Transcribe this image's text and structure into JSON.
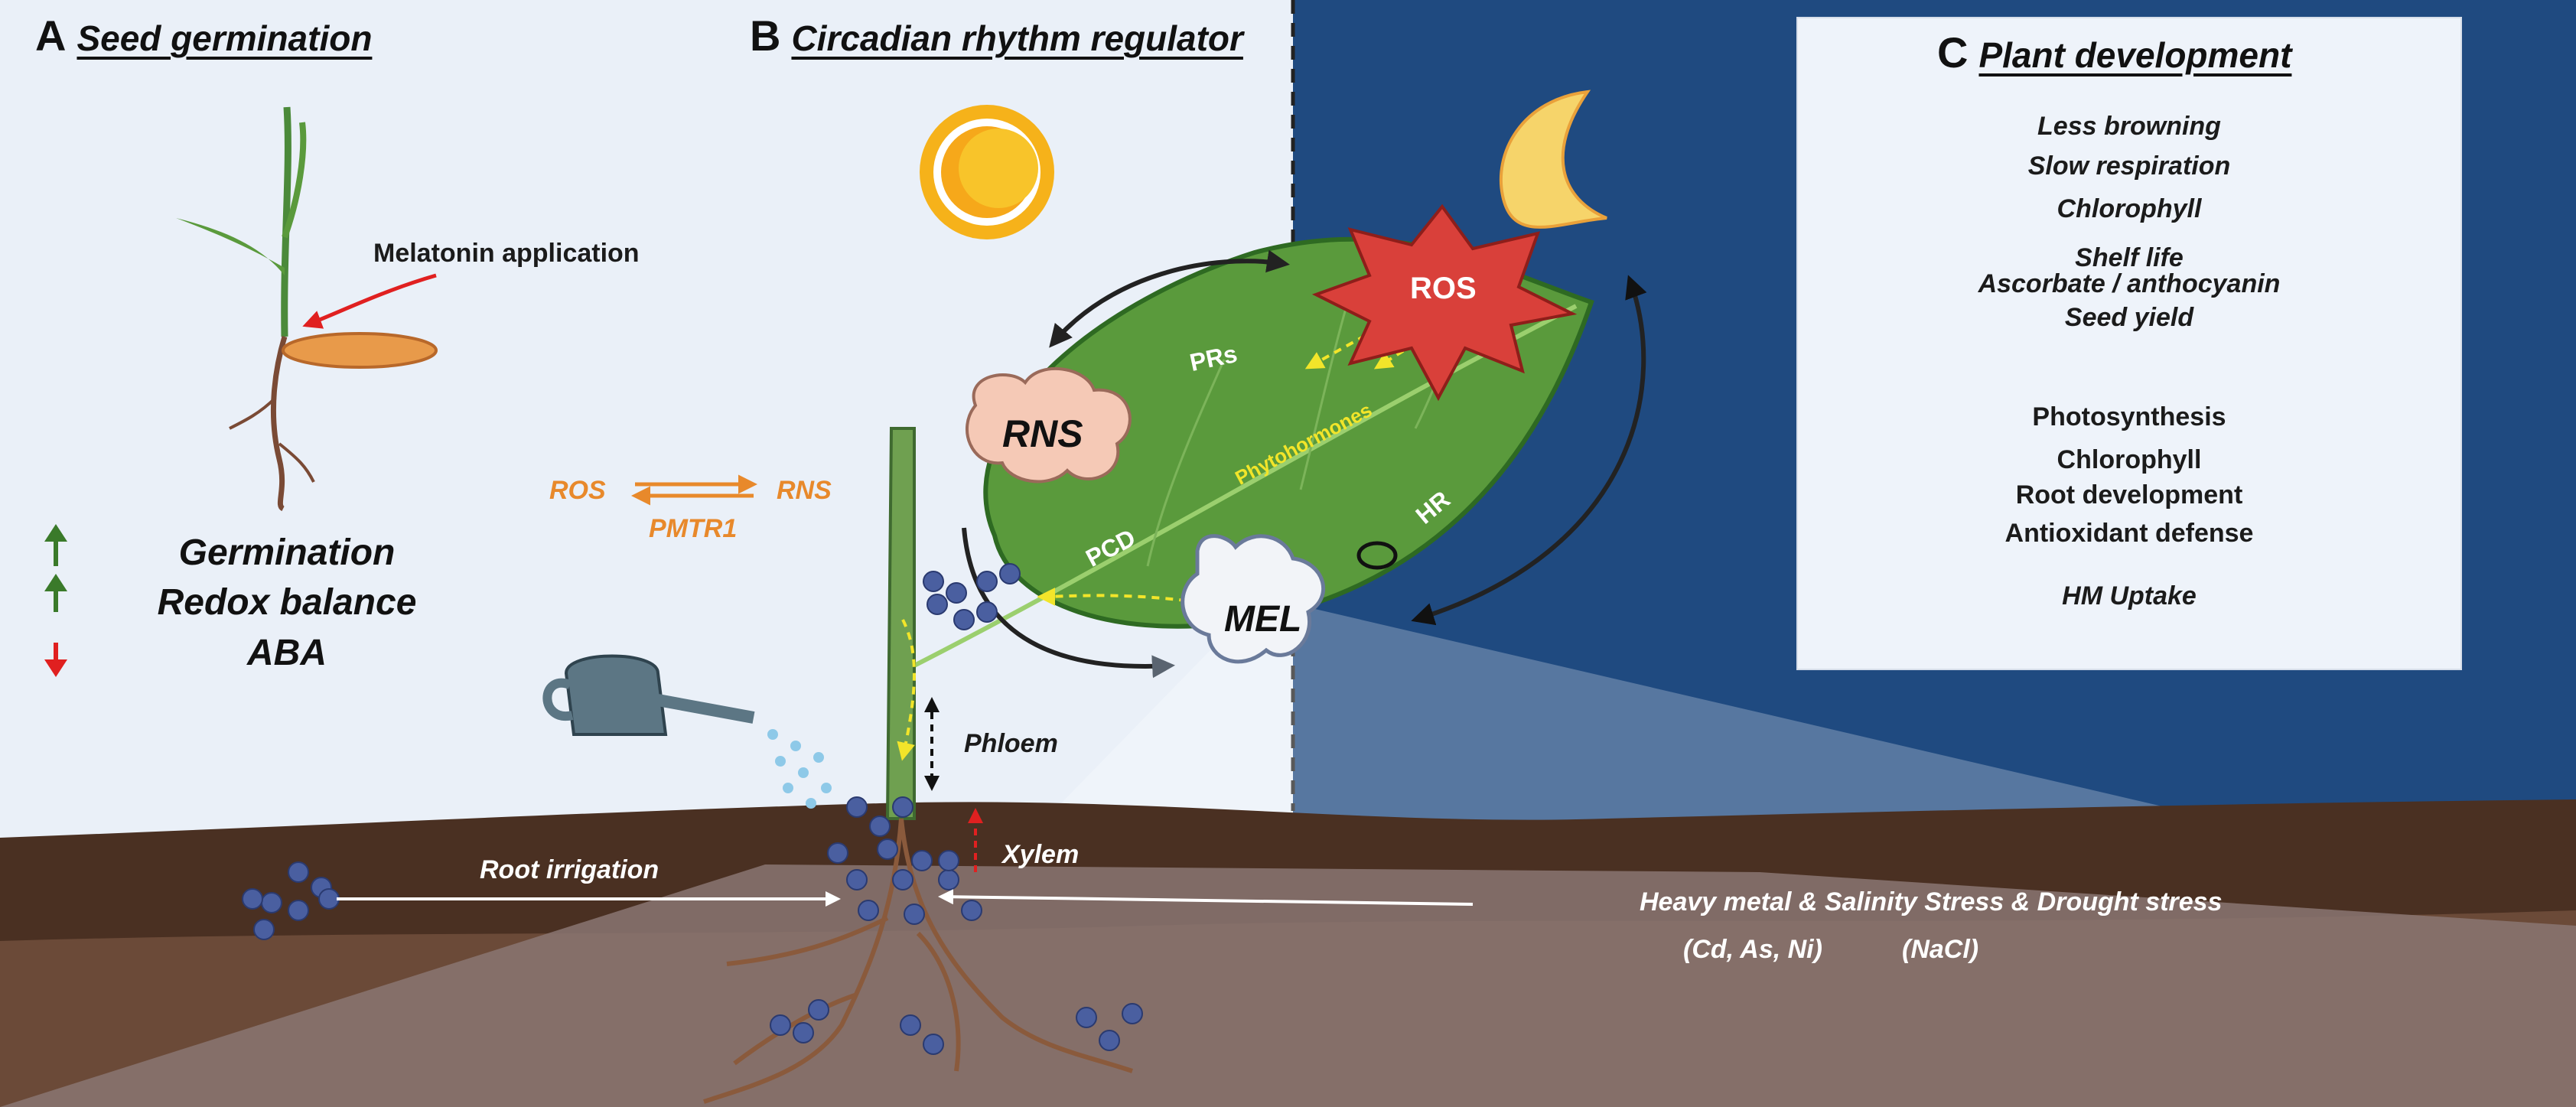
{
  "figure": {
    "background_day": "#eaf0f8",
    "background_night": "#1f4a80",
    "soil_dark": "#4a3022",
    "soil_mid": "#6b4a38",
    "soil_light": "#8a7672",
    "leaf_color": "#5a9a3c",
    "arrow_up_color": "#3a7a2a",
    "arrow_down_color": "#e02020"
  },
  "panel_a": {
    "letter": "A",
    "title": "Seed germination",
    "melatonin_label": "Melatonin application",
    "effects": [
      {
        "label": "Germination",
        "direction": "up"
      },
      {
        "label": "Redox balance",
        "direction": "up"
      },
      {
        "label": "ABA",
        "direction": "down"
      }
    ]
  },
  "panel_b": {
    "letter": "B",
    "title": "Circadian rhythm regulator",
    "ros_rns_exchange": {
      "left": "ROS",
      "right": "RNS",
      "mediator": "PMTR1"
    },
    "ros_burst": "ROS",
    "rns_cloud": "RNS",
    "mel_badge": "MEL",
    "leaf_labels": {
      "prs": "PRs",
      "phytohormones": "Phytohormones",
      "pcd": "PCD",
      "hr": "HR"
    },
    "phloem_label": "Phloem",
    "xylem_label": "Xylem",
    "root_irrigation_label": "Root irrigation",
    "stress_label": "Heavy metal & Salinity Stress & Drought stress",
    "stress_metals": "(Cd, As, Ni)",
    "stress_salt": "(NaCl)",
    "icons": [
      "sun-icon",
      "moon-icon",
      "watering-can-icon"
    ]
  },
  "panel_c": {
    "letter": "C",
    "title": "Plant development",
    "group1_down": [
      "Less browning",
      "Slow respiration"
    ],
    "group1_up": [
      "Chlorophyll",
      "Shelf life",
      "Ascorbate / anthocyanin",
      "Seed yield"
    ],
    "group2_up": [
      "Photosynthesis",
      "Chlorophyll",
      "Root development",
      "Antioxidant defense"
    ],
    "group2_down": [
      "HM Uptake"
    ]
  }
}
